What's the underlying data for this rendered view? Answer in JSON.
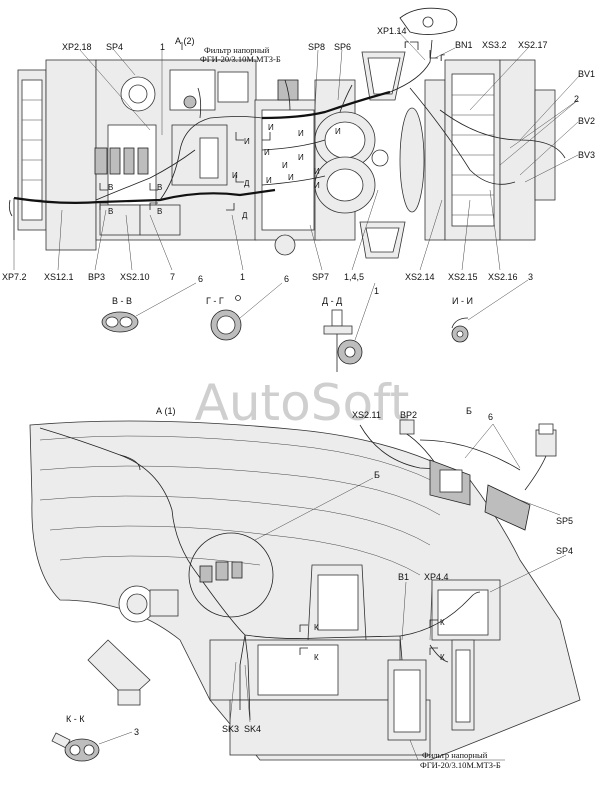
{
  "watermark": "AutoSoft",
  "labels": {
    "xp2_18": "XP2.18",
    "sp4_top": "SP4",
    "one_top": "1",
    "view_a2": "А (2)",
    "filter_top_1": "Фильтр напорный",
    "filter_top_2": "ФГИ-20/3.10М.МТЗ-Б",
    "sp8": "SP8",
    "sp6": "SP6",
    "xp1_14": "XP1.14",
    "g_top1": "Г",
    "g_top2": "Г",
    "bn1": "BN1",
    "xs3_2": "XS3.2",
    "xs2_17": "XS2.17",
    "bv1": "BV1",
    "two": "2",
    "bv2": "BV2",
    "bv3": "BV3",
    "v1": "В",
    "v2": "В",
    "v3": "В",
    "v4": "В",
    "i1": "И",
    "i2": "И",
    "i3": "И",
    "i4": "И",
    "i5": "И",
    "i6": "И",
    "i7": "И",
    "i8": "И",
    "i9": "И",
    "i10": "И",
    "i11": "И",
    "i12": "И",
    "d1": "Д",
    "d2": "Д",
    "xp7_2": "XP7.2",
    "xs12_1": "XS12.1",
    "bp3": "BP3",
    "xs2_10": "XS2.10",
    "seven": "7",
    "one_mid": "1",
    "sp7": "SP7",
    "one45": "1,4,5",
    "xs2_14": "XS2.14",
    "xs2_15": "XS2.15",
    "xs2_16": "XS2.16",
    "three_top": "3",
    "six_a": "6",
    "six_b": "6",
    "one_dd": "1",
    "sec_vv": "В - В",
    "sec_gg": "Г - Г",
    "sec_dd": "Д - Д",
    "sec_ii": "И - И",
    "view_a1": "А (1)",
    "b_view_title": "Б",
    "six_c": "6",
    "xs2_11": "XS2.11",
    "bp2": "BP2",
    "sp5": "SP5",
    "b_callout": "Б",
    "sp4_bot": "SP4",
    "b1": "B1",
    "xp4_4": "XP4.4",
    "k1": "К",
    "k2": "К",
    "k3": "К",
    "k4": "К",
    "sk3": "SK3",
    "sk4": "SK4",
    "sec_kk": "К - К",
    "three_bot": "3",
    "filter_bot_1": "Фильтр напорный",
    "filter_bot_2": "ФГИ-20/3.10М.МТЗ-Б"
  }
}
